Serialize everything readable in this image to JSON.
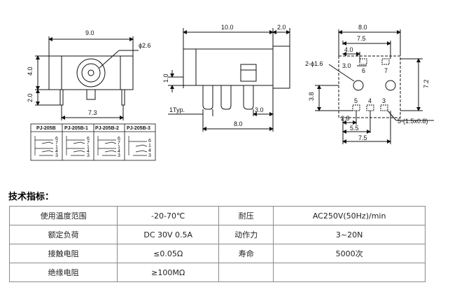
{
  "drawing": {
    "front_view": {
      "width_dim": "9.0",
      "hole_dim": "ϕ2.6",
      "height_dim": "4.0",
      "pin_dim": "2.0",
      "pin_span_dim": "7.3"
    },
    "models": [
      "PJ-205B",
      "PJ-205B-1",
      "PJ-205B-2",
      "PJ-205B-3"
    ],
    "pin_labels": {
      "m0": [
        "6",
        "7",
        "1",
        "4",
        "3"
      ],
      "m1": [
        "6",
        "7",
        "1",
        "4",
        "3"
      ],
      "m2": [
        "6",
        "7",
        "1",
        "4",
        "3"
      ],
      "m3": [
        "6",
        "1",
        "4",
        "3"
      ]
    },
    "side_view": {
      "length_dim": "10.0",
      "tab_dim": "2.0",
      "step_dim": "1.0",
      "pin_dim": "1Typ.",
      "pin_pos_dim": "3.0",
      "pin_span_dim": "8.0"
    },
    "footprint": {
      "width_dim": "8.0",
      "w75_top": "7.5",
      "w40": "4.0",
      "w30": "3.0",
      "hole_dim": "2-ϕ1.6",
      "height_72": "7.2",
      "height_38": "3.8",
      "w28": "2.8",
      "w55": "5.5",
      "w75_bot": "7.5",
      "pad_dim": "5-(1.5x0.8)",
      "pads": [
        "6",
        "7",
        "5",
        "4",
        "3"
      ]
    }
  },
  "specs": {
    "title": "技术指标：",
    "rows": [
      [
        "使用温度范围",
        "-20-70℃",
        "耐压",
        "AC250V(50Hz)/min"
      ],
      [
        "额定负荷",
        "DC 30V 0.5A",
        "动作力",
        "3~20N"
      ],
      [
        "接触电阻",
        "≤0.05Ω",
        "寿命",
        "5000次"
      ],
      [
        "绝缘电阻",
        "≥100MΩ",
        "",
        ""
      ]
    ]
  }
}
